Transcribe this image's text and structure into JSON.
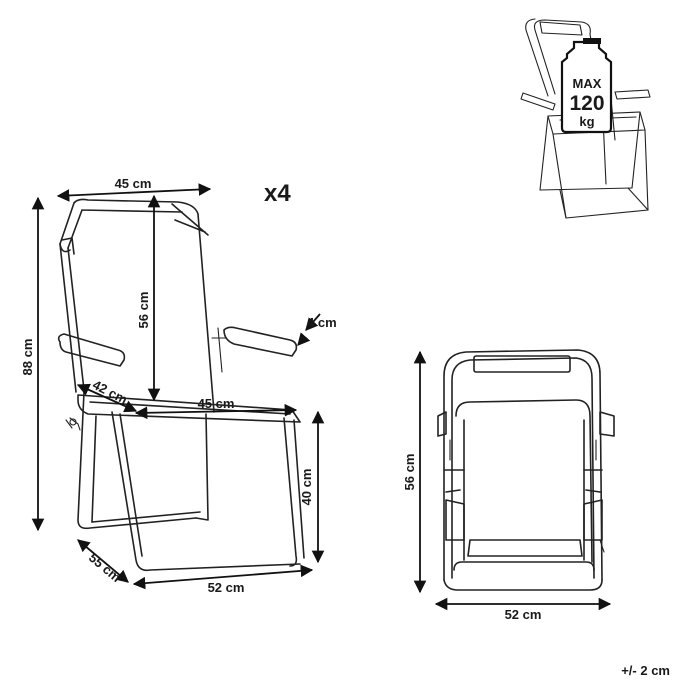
{
  "quantity": "x4",
  "tolerance": "+/- 2 cm",
  "weight_badge": {
    "line1": "MAX",
    "line2": "120",
    "line3": "kg"
  },
  "side_view": {
    "top_width": "45 cm",
    "back_height": "56 cm",
    "total_height": "88 cm",
    "armrest_width": "4 cm",
    "seat_depth": "42 cm",
    "seat_width": "45 cm",
    "seat_height": "40 cm",
    "base_depth": "55 cm",
    "base_width": "52 cm"
  },
  "folded_view": {
    "height": "56 cm",
    "width": "52 cm"
  }
}
